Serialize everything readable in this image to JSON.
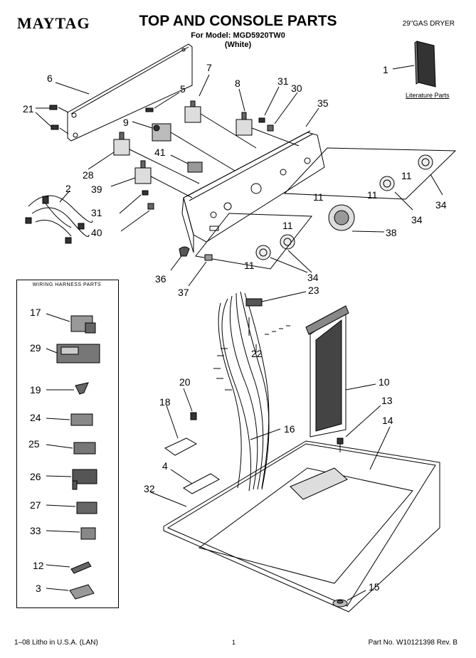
{
  "header": {
    "brand": "MAYTAG",
    "title": "TOP AND CONSOLE PARTS",
    "model_line": "For Model: MGD5920TW0",
    "variant": "(White)",
    "product": "29\"GAS DRYER"
  },
  "literature_label": "Literature Parts",
  "wiring_box_title": "WIRING HARNESS PARTS",
  "callouts": {
    "c1": "1",
    "c2": "2",
    "c3": "3",
    "c4": "4",
    "c5": "5",
    "c6": "6",
    "c7": "7",
    "c8": "8",
    "c9": "9",
    "c10": "10",
    "c11a": "11",
    "c11b": "11",
    "c11c": "11",
    "c11d": "11",
    "c11e": "11",
    "c12": "12",
    "c13": "13",
    "c14": "14",
    "c15": "15",
    "c16": "16",
    "c17": "17",
    "c18": "18",
    "c19": "19",
    "c20": "20",
    "c21": "21",
    "c22": "22",
    "c23": "23",
    "c24": "24",
    "c25": "25",
    "c26": "26",
    "c27": "27",
    "c28": "28",
    "c29": "29",
    "c30": "30",
    "c31a": "31",
    "c31b": "31",
    "c32": "32",
    "c33": "33",
    "c34a": "34",
    "c34b": "34",
    "c34c": "34",
    "c35": "35",
    "c36": "36",
    "c37": "37",
    "c38": "38",
    "c39": "39",
    "c40": "40",
    "c41": "41"
  },
  "footer": {
    "left": "1–08 Litho in U.S.A. (LAN)",
    "page": "1",
    "right": "Part No. W10121398 Rev. B"
  }
}
